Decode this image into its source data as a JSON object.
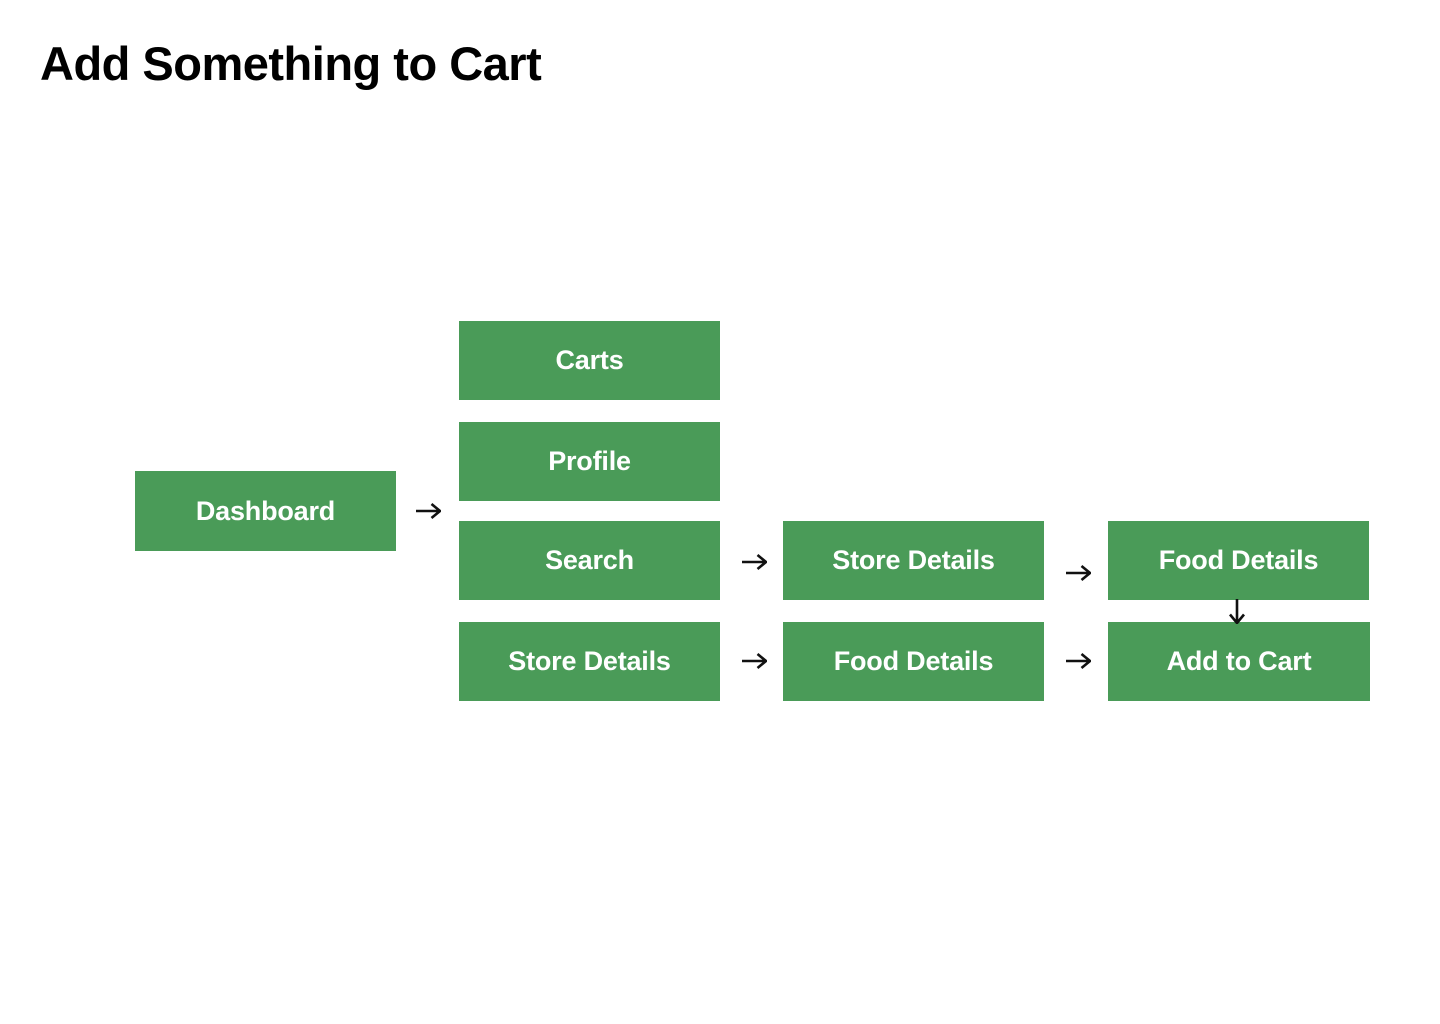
{
  "page": {
    "title": "Add Something to Cart"
  },
  "colors": {
    "background": "#ffffff",
    "title": "#000000",
    "node_fill": "#4a9b58",
    "node_text": "#ffffff",
    "arrow": "#111111"
  },
  "flowchart": {
    "nodes": {
      "dashboard": {
        "label": "Dashboard"
      },
      "carts": {
        "label": "Carts"
      },
      "profile": {
        "label": "Profile"
      },
      "search": {
        "label": "Search"
      },
      "store_details_left": {
        "label": "Store Details"
      },
      "store_details_mid": {
        "label": "Store Details"
      },
      "food_details_mid": {
        "label": "Food Details"
      },
      "food_details_right": {
        "label": "Food Details"
      },
      "add_to_cart": {
        "label": "Add to Cart"
      }
    },
    "edges": [
      {
        "from": "dashboard",
        "to": "dashboard-screens-column",
        "direction": "right"
      },
      {
        "from": "search",
        "to": "store_details_mid",
        "direction": "right"
      },
      {
        "from": "store_details_mid",
        "to": "food_details_right",
        "direction": "right"
      },
      {
        "from": "store_details_left",
        "to": "food_details_mid",
        "direction": "right"
      },
      {
        "from": "food_details_mid",
        "to": "add_to_cart",
        "direction": "right"
      },
      {
        "from": "food_details_right",
        "to": "add_to_cart",
        "direction": "down"
      }
    ]
  }
}
